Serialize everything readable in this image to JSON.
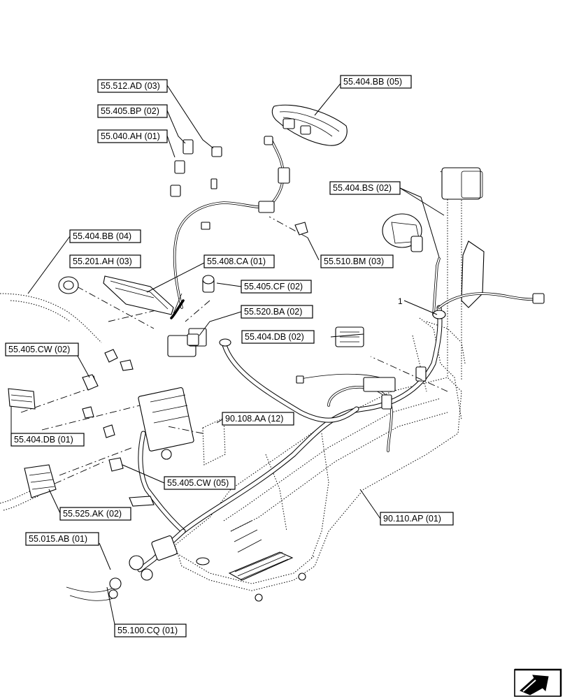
{
  "references": [
    {
      "id": "ref-55-512-ad-03",
      "label": "55.512.AD (03)"
    },
    {
      "id": "ref-55-405-bp-02",
      "label": "55.405.BP (02)"
    },
    {
      "id": "ref-55-040-ah-01",
      "label": "55.040.AH (01)"
    },
    {
      "id": "ref-55-404-bb-05",
      "label": "55.404.BB (05)"
    },
    {
      "id": "ref-55-404-bs-02",
      "label": "55.404.BS (02)"
    },
    {
      "id": "ref-55-404-bb-04",
      "label": "55.404.BB (04)"
    },
    {
      "id": "ref-55-201-ah-03",
      "label": "55.201.AH (03)"
    },
    {
      "id": "ref-55-408-ca-01",
      "label": "55.408.CA (01)"
    },
    {
      "id": "ref-55-510-bm-03",
      "label": "55.510.BM (03)"
    },
    {
      "id": "ref-55-405-cf-02",
      "label": "55.405.CF (02)"
    },
    {
      "id": "ref-55-520-ba-02",
      "label": "55.520.BA (02)"
    },
    {
      "id": "ref-55-404-db-02",
      "label": "55.404.DB (02)"
    },
    {
      "id": "ref-55-405-cw-02",
      "label": "55.405.CW (02)"
    },
    {
      "id": "ref-90-108-aa-12",
      "label": "90.108.AA (12)"
    },
    {
      "id": "ref-55-404-db-01",
      "label": "55.404.DB (01)"
    },
    {
      "id": "ref-55-405-cw-05",
      "label": "55.405.CW (05)"
    },
    {
      "id": "ref-55-525-ak-02",
      "label": "55.525.AK (02)"
    },
    {
      "id": "ref-90-110-ap-01",
      "label": "90.110.AP (01)"
    },
    {
      "id": "ref-55-015-ab-01",
      "label": "55.015.AB (01)"
    },
    {
      "id": "ref-55-100-cq-01",
      "label": "55.100.CQ (01)"
    }
  ],
  "callout": {
    "number": "1"
  },
  "icons": {
    "navigation": "arrow-next-icon"
  }
}
